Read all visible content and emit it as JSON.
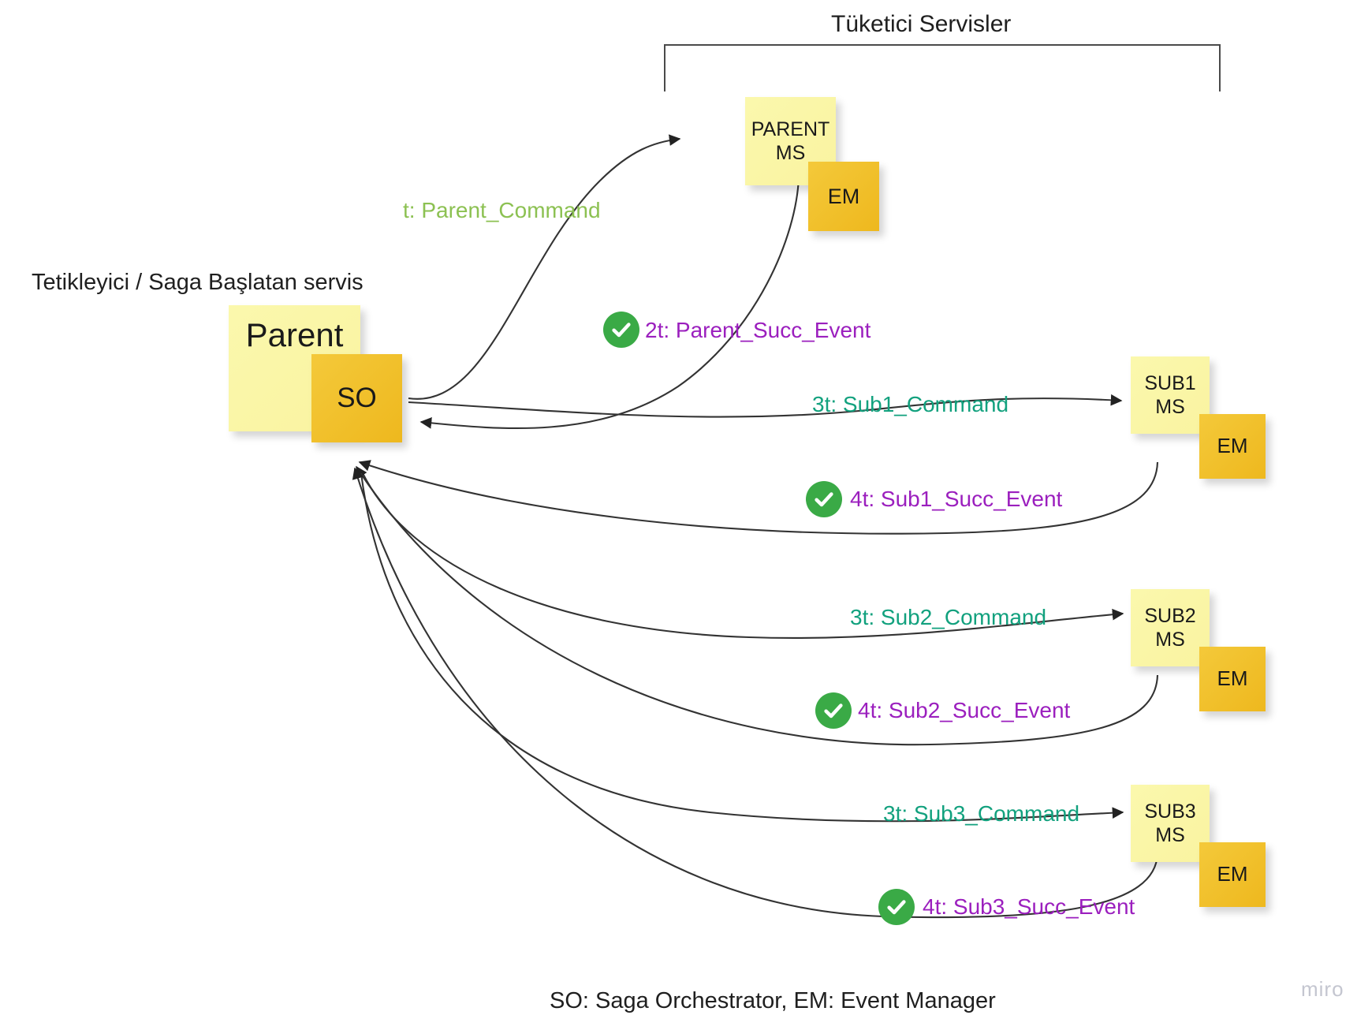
{
  "diagram": {
    "group_header": "Tüketici Servisler",
    "trigger_caption": "Tetikleyici / Saga Başlatan servis",
    "footer_legend": "SO: Saga Orchestrator, EM: Event Manager",
    "watermark": "miro"
  },
  "colors": {
    "note_pale": "#fbf7a8",
    "note_gold": "#f2c230",
    "command_green": "#8cc152",
    "command_teal": "#12a17e",
    "event_purple": "#9b1fbe",
    "check_green": "#3aaa46",
    "text_dark": "#1f1f1f",
    "edge_stroke": "#333333",
    "watermark_grey": "#c4c6d0"
  },
  "nodes": {
    "parent": {
      "title": "Parent",
      "badge": "SO"
    },
    "parent_ms": {
      "line1": "PARENT",
      "line2": "MS",
      "badge": "EM"
    },
    "sub1": {
      "line1": "SUB1",
      "line2": "MS",
      "badge": "EM"
    },
    "sub2": {
      "line1": "SUB2",
      "line2": "MS",
      "badge": "EM"
    },
    "sub3": {
      "line1": "SUB3",
      "line2": "MS",
      "badge": "EM"
    }
  },
  "edges": [
    {
      "id": "parent-command",
      "label": "t: Parent_Command",
      "kind": "command",
      "color": "#8cc152",
      "from": "Parent SO",
      "to": "PARENT MS"
    },
    {
      "id": "parent-succ-event",
      "label": "2t: Parent_Succ_Event",
      "kind": "event",
      "color": "#9b1fbe",
      "from": "PARENT MS",
      "to": "Parent SO"
    },
    {
      "id": "sub1-command",
      "label": "3t: Sub1_Command",
      "kind": "command",
      "color": "#12a17e",
      "from": "Parent SO",
      "to": "SUB1 MS"
    },
    {
      "id": "sub1-succ-event",
      "label": "4t: Sub1_Succ_Event",
      "kind": "event",
      "color": "#9b1fbe",
      "from": "SUB1 MS",
      "to": "Parent SO"
    },
    {
      "id": "sub2-command",
      "label": "3t: Sub2_Command",
      "kind": "command",
      "color": "#12a17e",
      "from": "Parent SO",
      "to": "SUB2 MS"
    },
    {
      "id": "sub2-succ-event",
      "label": "4t: Sub2_Succ_Event",
      "kind": "event",
      "color": "#9b1fbe",
      "from": "SUB2 MS",
      "to": "Parent SO"
    },
    {
      "id": "sub3-command",
      "label": "3t: Sub3_Command",
      "kind": "command",
      "color": "#12a17e",
      "from": "Parent SO",
      "to": "SUB3 MS"
    },
    {
      "id": "sub3-succ-event",
      "label": "4t: Sub3_Succ_Event",
      "kind": "event",
      "color": "#9b1fbe",
      "from": "SUB3 MS",
      "to": "Parent SO"
    }
  ]
}
